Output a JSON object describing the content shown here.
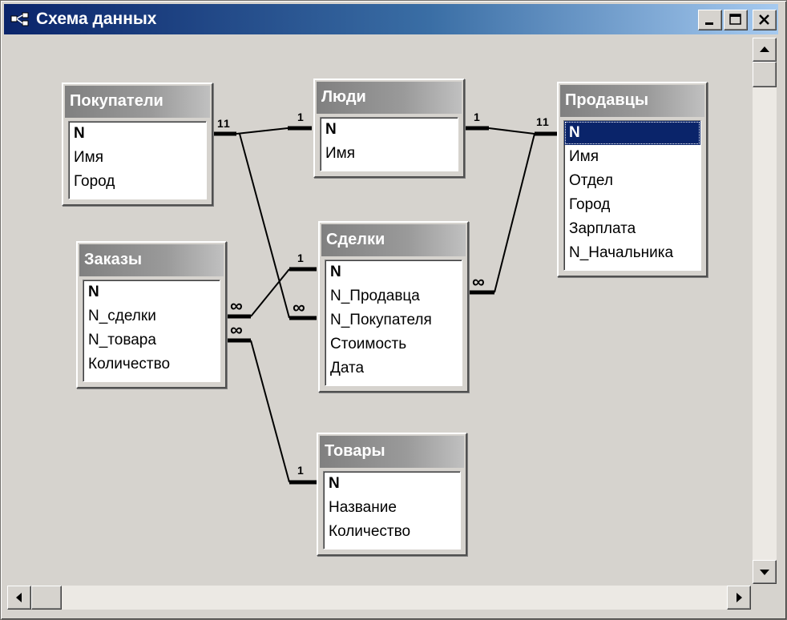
{
  "window": {
    "title": "Схема данных"
  },
  "tables": {
    "pokupateli": {
      "title": "Покупатели",
      "fields": [
        "N",
        "Имя",
        "Город"
      ]
    },
    "lyudi": {
      "title": "Люди",
      "fields": [
        "N",
        "Имя"
      ]
    },
    "prodavtsy": {
      "title": "Продавцы",
      "fields": [
        "N",
        "Имя",
        "Отдел",
        "Город",
        "Зарплата",
        "N_Начальника"
      ]
    },
    "zakazy": {
      "title": "Заказы",
      "fields": [
        "N",
        "N_сделки",
        "N_товара",
        "Количество"
      ]
    },
    "sdelki": {
      "title": "Сделки",
      "fields": [
        "N",
        "N_Продавца",
        "N_Покупателя",
        "Стоимость",
        "Дата"
      ]
    },
    "tovary": {
      "title": "Товары",
      "fields": [
        "N",
        "Название",
        "Количество"
      ]
    }
  },
  "relationships": {
    "pokupateli_lyudi": {
      "from_label": "1",
      "to_label": "1"
    },
    "lyudi_prodavtsy": {
      "from_label": "1",
      "to_label": "1"
    },
    "sdelki_prodavtsy": {
      "many_label": "∞"
    },
    "zakazy_sdelki": {
      "many_label": "∞",
      "one_label": "1"
    },
    "sdelki_pokupateli": {
      "many_label": "∞"
    },
    "zakazy_tovary": {
      "many_label": "∞",
      "one_label": "1"
    }
  },
  "colors": {
    "title_gradient_start": "#0a246a",
    "title_gradient_end": "#a6caf0",
    "table_header_gray": "#808080",
    "selection": "#0a246a",
    "workspace": "#d6d3ce"
  },
  "icons": {
    "title": "relationships-icon",
    "minimize": "minimize-icon",
    "maximize": "maximize-icon",
    "close": "close-icon",
    "scroll_up": "arrow-up-icon",
    "scroll_down": "arrow-down-icon",
    "scroll_left": "arrow-left-icon",
    "scroll_right": "arrow-right-icon"
  }
}
